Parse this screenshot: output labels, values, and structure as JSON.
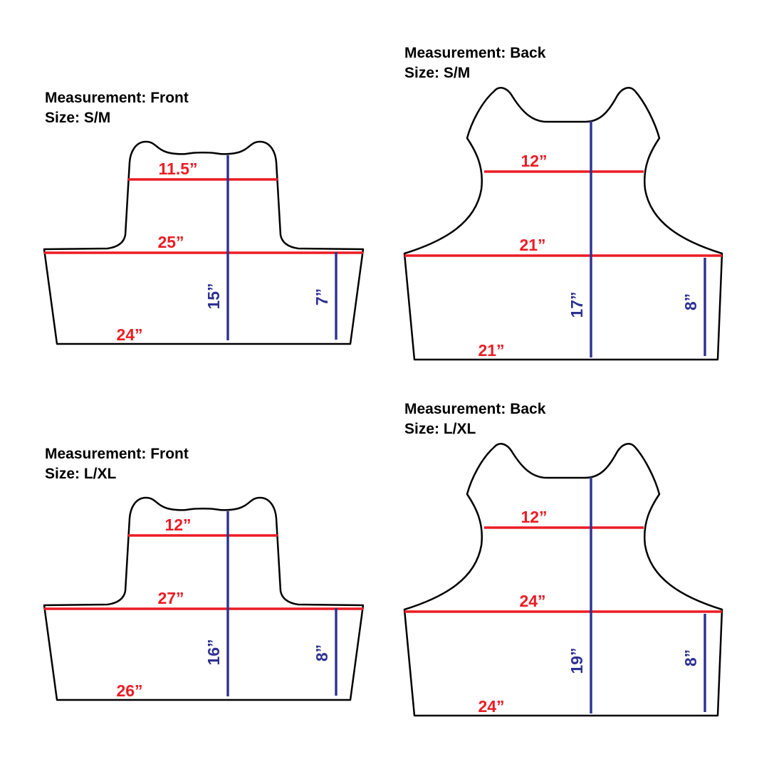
{
  "colors": {
    "red": "#ec1c24",
    "blue": "#2e3192",
    "outline": "#000000",
    "background": "#ffffff"
  },
  "panels": [
    {
      "title": "Measurement: Front",
      "size": "Size: S/M",
      "view": "front",
      "measurements": {
        "top_width": "11.5”",
        "chest_width": "25”",
        "center_length": "15”",
        "side_length": "7”",
        "bottom_width": "24”"
      }
    },
    {
      "title": "Measurement: Back",
      "size": "Size: S/M",
      "view": "back",
      "measurements": {
        "top_width": "12”",
        "chest_width": "21”",
        "center_length": "17”",
        "side_length": "8”",
        "bottom_width": "21”"
      }
    },
    {
      "title": "Measurement: Front",
      "size": "Size: L/XL",
      "view": "front",
      "measurements": {
        "top_width": "12”",
        "chest_width": "27”",
        "center_length": "16”",
        "side_length": "8”",
        "bottom_width": "26”"
      }
    },
    {
      "title": "Measurement: Back",
      "size": "Size: L/XL",
      "view": "back",
      "measurements": {
        "top_width": "12”",
        "chest_width": "24”",
        "center_length": "19”",
        "side_length": "8”",
        "bottom_width": "24”"
      }
    }
  ]
}
